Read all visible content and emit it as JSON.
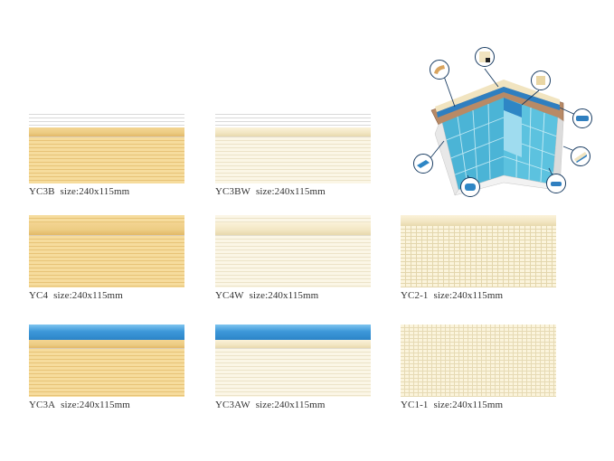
{
  "tiles": [
    {
      "code": "YC3B",
      "size": "size:240x115mm",
      "nose": "white",
      "body": "yellow"
    },
    {
      "code": "YC3BW",
      "size": "size:240x115mm",
      "nose": "white",
      "body": "white"
    },
    {
      "code": "YC4",
      "size": "size:240x115mm",
      "nose": "yellow",
      "body": "yellow"
    },
    {
      "code": "YC4W",
      "size": "size:240x115mm",
      "nose": "cream",
      "body": "white"
    },
    {
      "code": "YC2-1",
      "size": "size:240x115mm",
      "nose": "cream",
      "body": "grid"
    },
    {
      "code": "YC3A",
      "size": "size:240x115mm",
      "nose": "blue",
      "body": "yellow"
    },
    {
      "code": "YC3AW",
      "size": "size:240x115mm",
      "nose": "blue",
      "body": "white"
    },
    {
      "code": "YC1-1",
      "size": "size:240x115mm",
      "nose": "none",
      "body": "grid-fine"
    }
  ],
  "illustration": {
    "icons": [
      "corner-trim-icon",
      "bullnose-tile-icon",
      "edge-tile-icon",
      "step-tile-icon",
      "blue-tile-icon",
      "grip-tile-icon",
      "nosing-icon"
    ]
  },
  "colors": {
    "yellow": "#f6dc9d",
    "cream": "#fbf6e6",
    "blue": "#3d98d9",
    "navy": "#1a3d63"
  }
}
